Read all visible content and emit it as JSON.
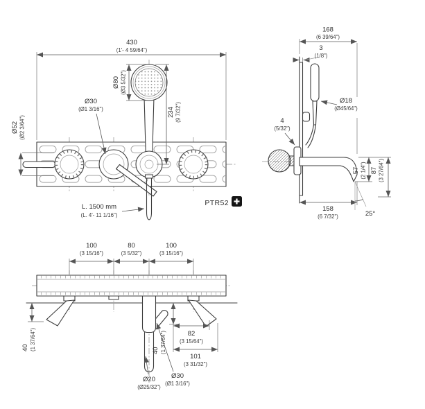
{
  "front": {
    "width_mm": "430",
    "width_in": "(1'- 4 59/64\")",
    "head_mm": "Ø80",
    "head_in": "(Ø3 5/32\")",
    "lever_mm": "Ø30",
    "lever_in": "(Ø1 3/16\")",
    "handle_mm": "Ø52",
    "handle_in": "(Ø2 3/64\")",
    "height_mm": "234",
    "height_in": "(9 7/32\")",
    "hose_mm": "L. 1500 mm",
    "hose_in": "(L. 4'- 11 1/16\")",
    "code": "PTR52",
    "badge_icon": "plus"
  },
  "side": {
    "depth_mm": "168",
    "depth_in": "(6 39/64\")",
    "thick_mm": "3",
    "thick_in": "(1/8\")",
    "dia_mm": "Ø18",
    "dia_in": "(Ø45/64\")",
    "gap_mm": "4",
    "gap_in": "(5/32\")",
    "drop1_mm": "57",
    "drop1_in": "(2 1/4\")",
    "drop2_mm": "87",
    "drop2_in": "(3 27/64\")",
    "reach_mm": "158",
    "reach_in": "(6 7/32\")",
    "angle": "25°"
  },
  "plan": {
    "span1_mm": "100",
    "span1_in": "(3 15/16\")",
    "span2_mm": "80",
    "span2_in": "(3 5/32\")",
    "span3_mm": "100",
    "span3_in": "(3 15/16\")",
    "proj1_mm": "40",
    "proj1_in": "(1 37/64\")",
    "proj2_mm": "40",
    "proj2_in": "(1 37/64\")",
    "off1_mm": "82",
    "off1_in": "(3 15/64\")",
    "off2_mm": "101",
    "off2_in": "(3 31/32\")",
    "hose_mm": "Ø20",
    "hose_in": "(Ø25/32\")",
    "grip_mm": "Ø30",
    "grip_in": "(Ø1 3/16\")"
  }
}
